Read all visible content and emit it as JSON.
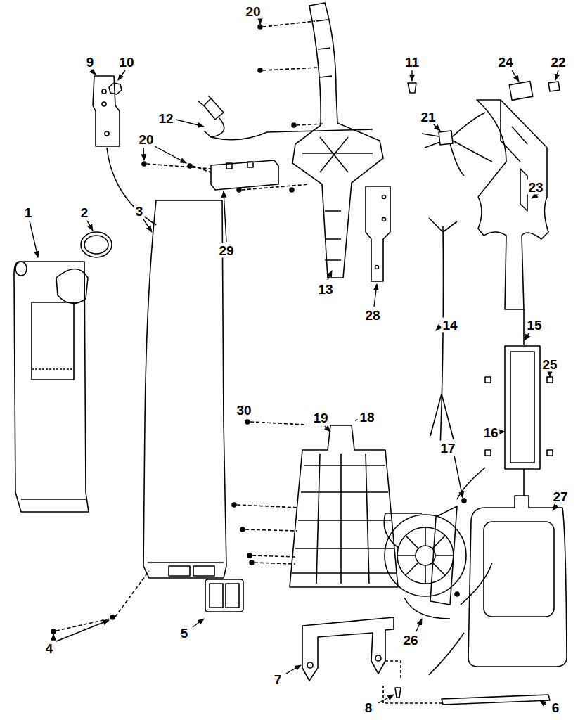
{
  "diagram": {
    "labels": [
      "1",
      "2",
      "3",
      "4",
      "5",
      "6",
      "7",
      "8",
      "9",
      "10",
      "11",
      "12",
      "13",
      "14",
      "15",
      "16",
      "17",
      "18",
      "19",
      "20",
      "20",
      "21",
      "22",
      "23",
      "24",
      "25",
      "26",
      "27",
      "28",
      "29",
      "30"
    ]
  }
}
